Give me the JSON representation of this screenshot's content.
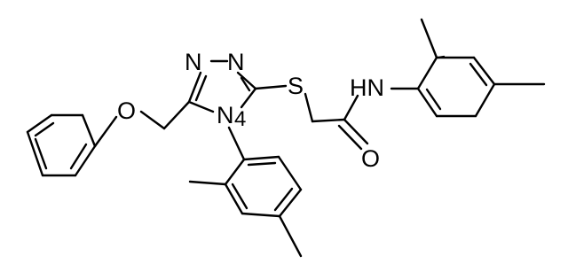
{
  "molecule": {
    "atoms": {
      "n1": "N",
      "n2": "N",
      "n4": "N",
      "n4_locant": "4",
      "s": "S",
      "o_ether": "O",
      "nh": "HN",
      "o_carbonyl": "O"
    }
  },
  "colors": {
    "bond": "#000000",
    "background": "#ffffff"
  }
}
